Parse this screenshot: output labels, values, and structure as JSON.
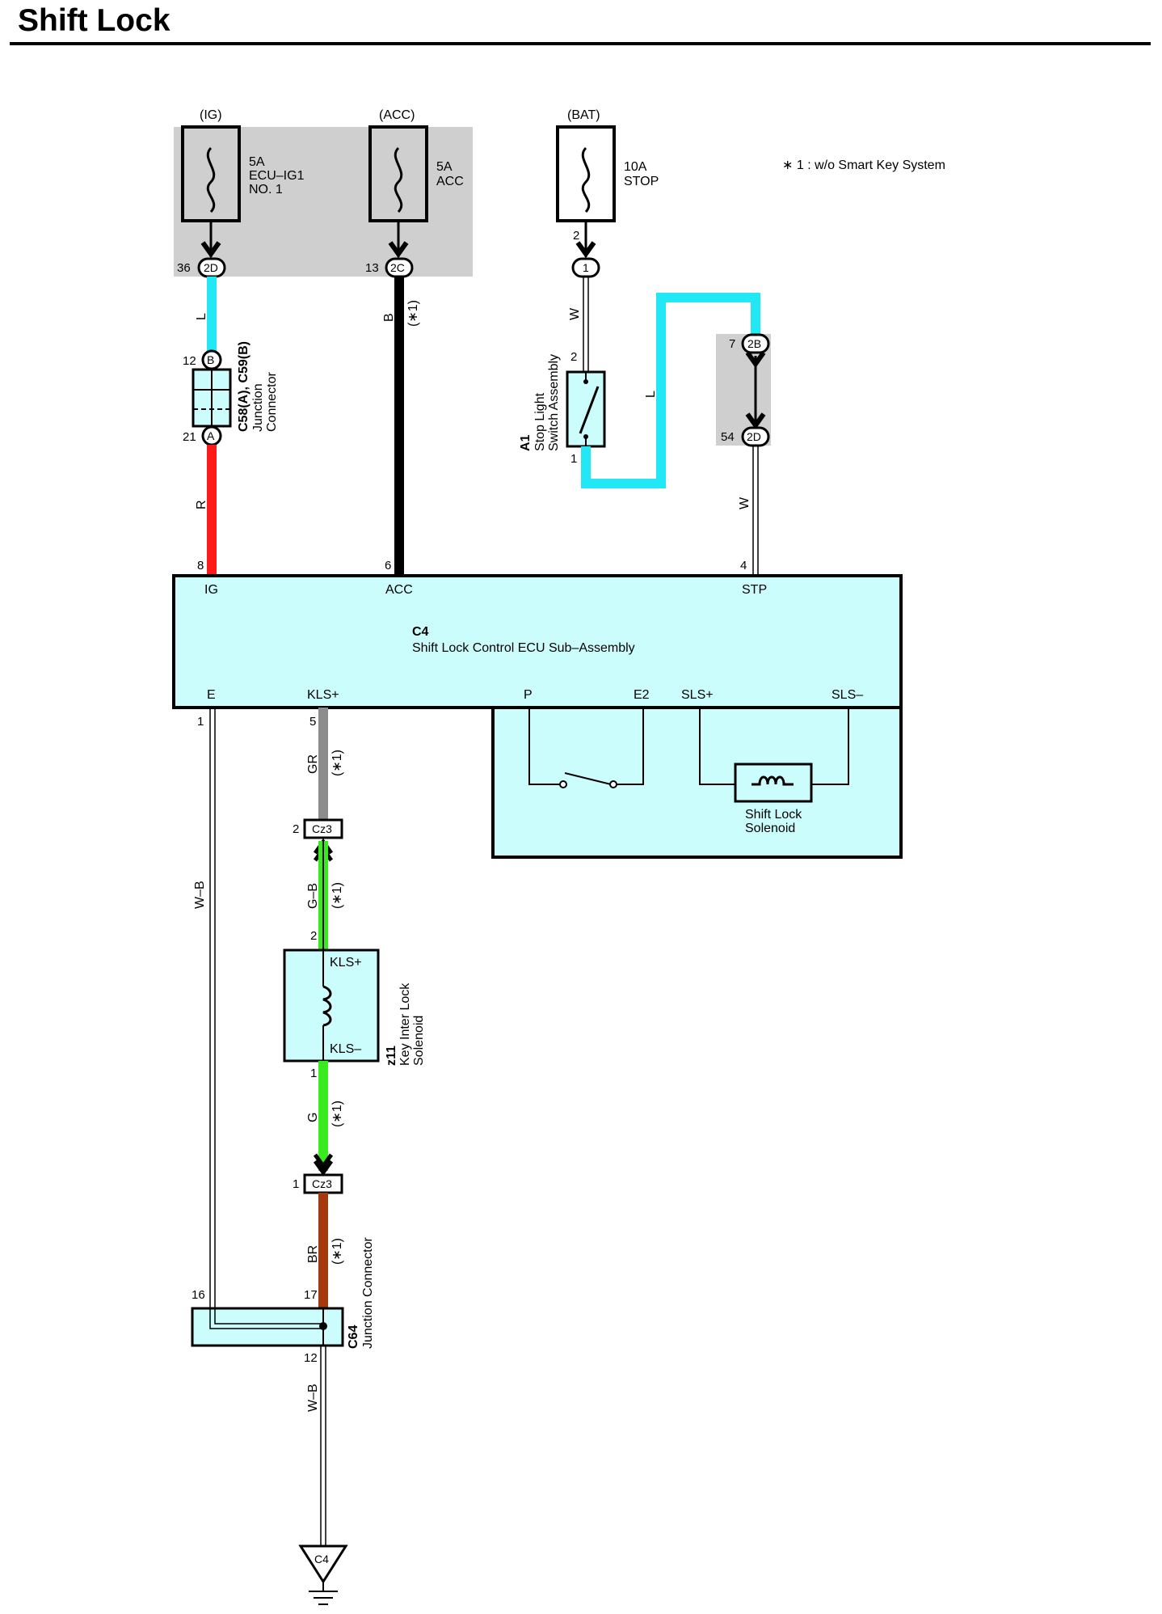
{
  "title": "Shift Lock",
  "footnote": "∗ 1 : w/o Smart Key System",
  "power_sources": [
    {
      "label": "(IG)",
      "fuse_rating": "5A",
      "fuse_name_line1": "ECU–IG1",
      "fuse_name_line2": "NO. 1",
      "connector": "2D",
      "pin": "36"
    },
    {
      "label": "(ACC)",
      "fuse_rating": "5A",
      "fuse_name_line1": "ACC",
      "connector": "2C",
      "pin": "13"
    },
    {
      "label": "(BAT)",
      "fuse_rating": "10A",
      "fuse_name_line1": "STOP",
      "connector": "1",
      "pin": "2"
    }
  ],
  "wire_colors": {
    "ig_upper": "L",
    "ig_lower": "R",
    "acc": "B",
    "stop_upper": "W",
    "stop_lower": "L",
    "stp": "W",
    "kls_plus": "GR",
    "kls_mid": "G–B",
    "kls_minus": "G",
    "br": "BR",
    "e": "W–B",
    "ground": "W–B"
  },
  "note_ref": "(∗1)",
  "junction_c58": {
    "id": "C58(A), C59(B)",
    "name_line1": "Junction",
    "name_line2": "Connector",
    "pin_top": "12",
    "pin_top_conn": "B",
    "pin_bottom": "21",
    "pin_bottom_conn": "A"
  },
  "stop_switch": {
    "id": "A1",
    "name_line1": "Stop Light",
    "name_line2": "Switch Assembly",
    "pin_top": "2",
    "pin_bottom": "1"
  },
  "connector_2b_2d": {
    "top_pin": "7",
    "top_conn": "2B",
    "bottom_pin": "54",
    "bottom_conn": "2D"
  },
  "ecu": {
    "id": "C4",
    "name": "Shift Lock Control ECU Sub–Assembly",
    "top_terminals": [
      {
        "name": "IG",
        "pin": "8"
      },
      {
        "name": "ACC",
        "pin": "6"
      },
      {
        "name": "STP",
        "pin": "4"
      }
    ],
    "bottom_terminals": [
      {
        "name": "E",
        "pin": "1"
      },
      {
        "name": "KLS+",
        "pin": "5"
      },
      {
        "name": "P"
      },
      {
        "name": "E2"
      },
      {
        "name": "SLS+"
      },
      {
        "name": "SLS–"
      }
    ],
    "solenoid_line1": "Shift Lock",
    "solenoid_line2": "Solenoid"
  },
  "cz3_top": {
    "conn": "Cz3",
    "pin": "2"
  },
  "cz3_bottom": {
    "conn": "Cz3",
    "pin": "1"
  },
  "key_solenoid": {
    "id": "z11",
    "name_line1": "Key Inter Lock",
    "name_line2": "Solenoid",
    "term_top": "KLS+",
    "term_bottom": "KLS–",
    "pin_top": "2",
    "pin_bottom": "1"
  },
  "junction_c64": {
    "id": "C64",
    "name": "Junction Connector",
    "pin_left": "16",
    "pin_right": "17",
    "pin_bottom": "12"
  },
  "ground": {
    "id": "C4"
  },
  "colors": {
    "cyan_wire": "#22e8f5",
    "red_wire": "#ff1a1a",
    "black_wire": "#000000",
    "gray_wire": "#8c8c8c",
    "green_wire": "#39ea1f",
    "brown_wire": "#a43a0b",
    "box_fill": "#ccfdfd",
    "relay_area": "#cfcfcf"
  }
}
